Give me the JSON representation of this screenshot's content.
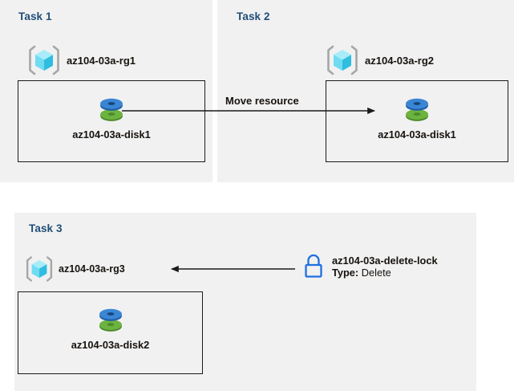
{
  "diagram": {
    "title_color": "#1f4e79",
    "panel_background": "#f1f1f1",
    "page_background": "#ffffff",
    "tasks": [
      {
        "id": "task1",
        "title": "Task 1",
        "resource_group": {
          "label": "az104-03a-rg1",
          "icon": "resource-group-icon"
        },
        "resource": {
          "label": "az104-03a-disk1",
          "icon": "managed-disk-icon"
        }
      },
      {
        "id": "task2",
        "title": "Task 2",
        "resource_group": {
          "label": "az104-03a-rg2",
          "icon": "resource-group-icon"
        },
        "resource": {
          "label": "az104-03a-disk1",
          "icon": "managed-disk-icon"
        }
      },
      {
        "id": "task3",
        "title": "Task 3",
        "resource_group": {
          "label": "az104-03a-rg3",
          "icon": "resource-group-icon"
        },
        "resource": {
          "label": "az104-03a-disk2",
          "icon": "managed-disk-icon"
        }
      }
    ],
    "connectors": [
      {
        "id": "move-resource",
        "label": "Move resource",
        "direction": "right",
        "from": "az104-03a-disk1",
        "to": "az104-03a-disk1"
      },
      {
        "id": "lock-applies-to-rg3",
        "label": "",
        "direction": "left",
        "from": "az104-03a-delete-lock",
        "to": "az104-03a-rg3"
      }
    ],
    "lock": {
      "icon": "lock-icon",
      "name": "az104-03a-delete-lock",
      "type_label": "Type:",
      "type_value": "Delete",
      "accent_color": "#1f6fe0"
    },
    "icon_colors": {
      "cube_light": "#9be7f7",
      "cube_mid": "#56d6f0",
      "cube_dark": "#2fbde0",
      "bracket": "#a6a6a6",
      "disk_blue": "#3a86d4",
      "disk_blue_dark": "#1f5fa8",
      "disk_green": "#6cb33f",
      "disk_green_dark": "#4b8a2a",
      "stroke": "#1b1b1b"
    }
  }
}
